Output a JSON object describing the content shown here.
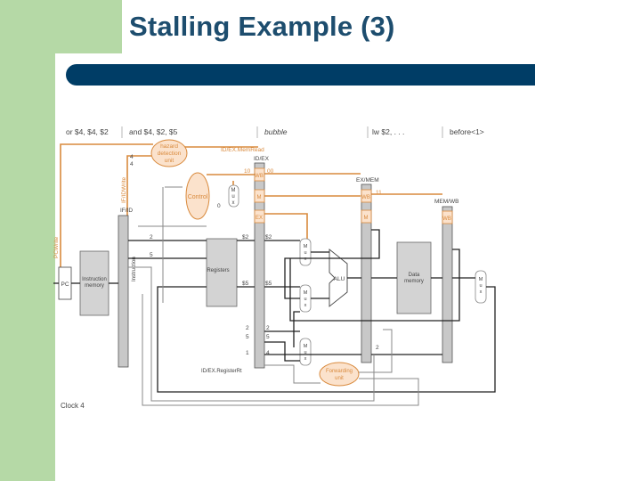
{
  "slide": {
    "title": "Stalling Example (3)"
  },
  "colors": {
    "sidebar": "#b5d9a6",
    "title_text": "#1d4d6e",
    "title_bar": "#003d66",
    "accent_orange": "#d98a3d",
    "pipe_fill": "#fbe2cc"
  },
  "diagram": {
    "stage_labels": [
      "or $4, $4, $2",
      "and $4, $2, $5",
      "bubble",
      "lw $2, . . .",
      "before<1>"
    ],
    "hazard_unit": [
      "hazard",
      "detection",
      "unit"
    ],
    "id_ex_memread": "ID/EX.MemRead",
    "id_ex": "ID/EX",
    "ex_mem": "EX/MEM",
    "mem_wb": "MEM/WB",
    "if_id": "IF/ID",
    "if_id_write": "IF/IDWrite",
    "pc_write": "PCWrite",
    "control": "Control",
    "mux_letters": [
      "M",
      "u",
      "x"
    ],
    "wb": "WB",
    "m": "M",
    "ex": "EX",
    "code_11": "11",
    "code_00": "00",
    "code_10": "10",
    "zero": "0",
    "pc": "PC",
    "instruction_memory": [
      "Instruction",
      "memory"
    ],
    "instruction": "Instruction",
    "registers": "Registers",
    "alu": "ALU",
    "data_memory": [
      "Data",
      "memory"
    ],
    "forwarding_unit": [
      "Forwarding",
      "unit"
    ],
    "id_ex_register_rt": "ID/EX.RegisterRt",
    "reg_labels": {
      "r2": "2",
      "r4": "4",
      "r5": "5",
      "s2": "$2",
      "s5": "$5",
      "r1": "1",
      "r4b": "4"
    },
    "clock": "Clock 4"
  }
}
